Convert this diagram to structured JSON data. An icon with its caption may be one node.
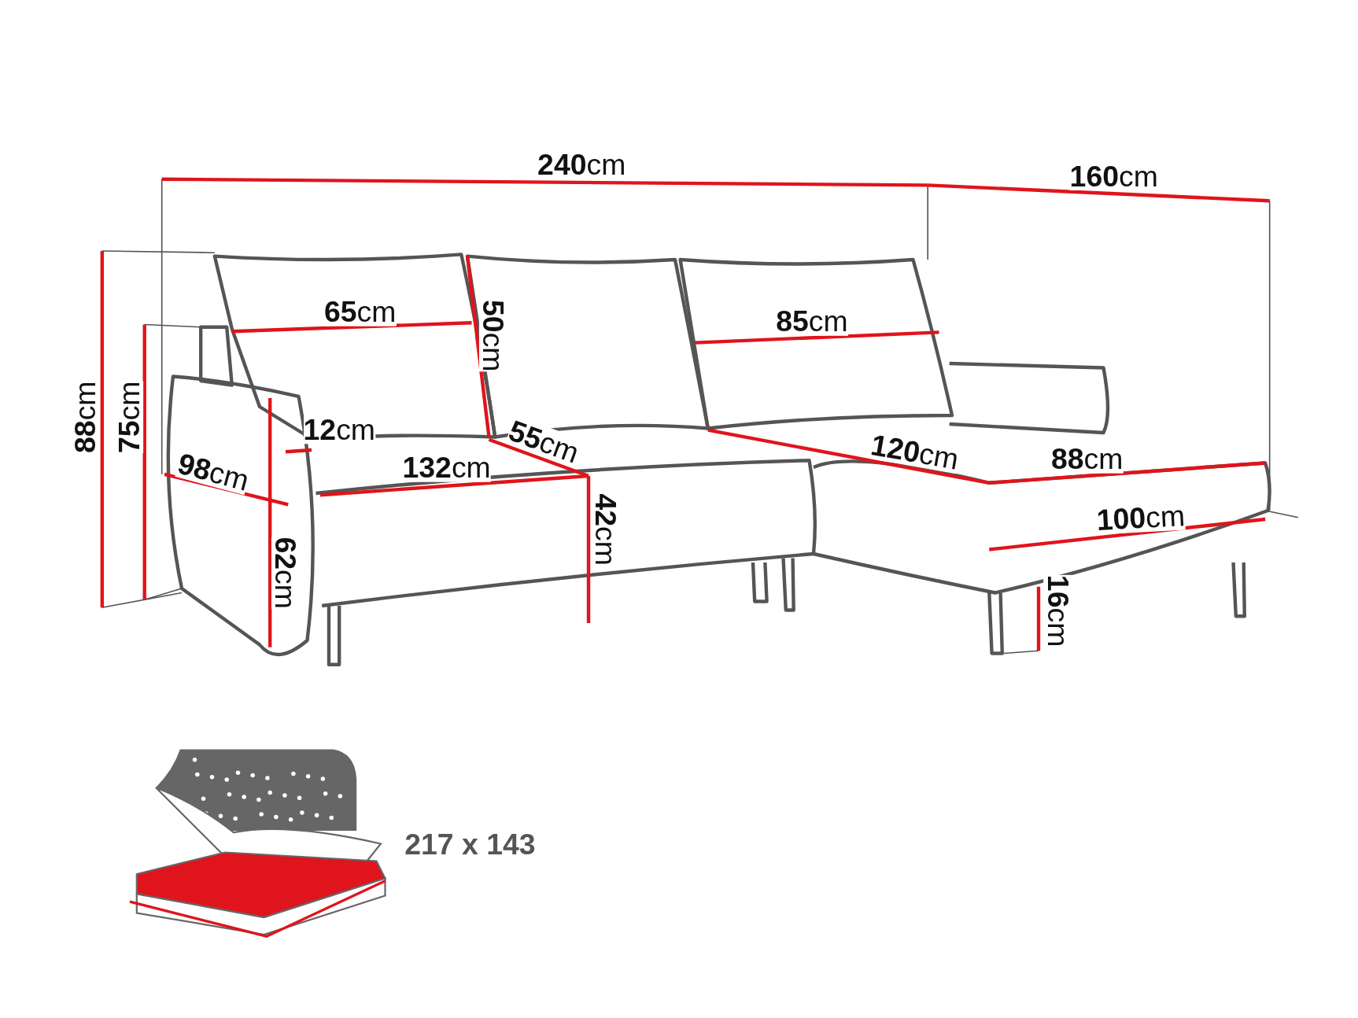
{
  "diagram": {
    "labels": [
      "**240**cm",
      "**160**cm",
      "**65**cm",
      "**50**cm",
      "**85**cm",
      "**88**cm",
      "**75**cm",
      "**12**cm",
      "**55**cm",
      "**120**cm",
      "**88**cm",
      "**98**cm",
      "**132**cm",
      "**100**cm",
      "**42**cm",
      "**62**cm",
      "**16**cm",
      "217 x 143"
    ]
  }
}
